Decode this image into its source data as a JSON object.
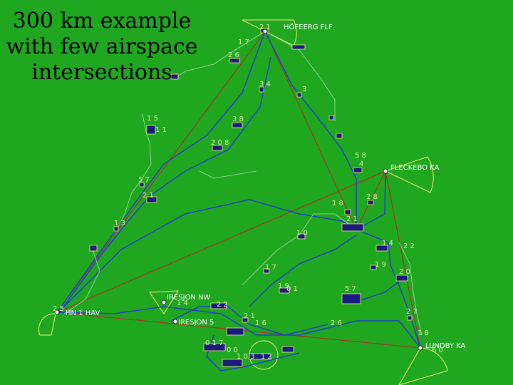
{
  "title": {
    "lines": [
      "300 km example",
      "with few airspace",
      "intersections"
    ]
  },
  "places": {
    "north": "HÖFEERG FLF",
    "east": "FLECKEBO KA",
    "southeast": "LUNDBY KA",
    "west": "HN 1 HAV",
    "mid_a": "IRESJON NW",
    "mid_b": "IRESJON 5"
  },
  "labels": {
    "l1": "2 1",
    "l2": "1 7",
    "l3": "2 6",
    "l4": "3 4",
    "l5": "3",
    "l6": "1 5",
    "l7": "1 1",
    "l8": "3 8",
    "l9": "2 0 8",
    "l10": "5 8",
    "l11": "4",
    "l12": "5 7",
    "l13": "2 1",
    "l14": "1 8",
    "l15": "2 8",
    "l16": "1 3",
    "l17": "2 1",
    "l18": "1 0",
    "l19": "1 4",
    "l20": "2 2",
    "l21": "1 9",
    "l22": "2 0",
    "l23": "1 7",
    "l24": "1 9",
    "l25": "0 1",
    "l26": "5 7",
    "l27": "2 5",
    "l28": "1 4",
    "l29": "2 2",
    "l30": "2 1",
    "l31": "1 6",
    "l32": "2 6",
    "l33": "2 7",
    "l34": "1 8",
    "l35": "6 0",
    "l36": "0 1 7",
    "l37": "0 0",
    "l38": "1 0 3",
    "l39": "1 2"
  },
  "colors": {
    "background": "#1fa81f",
    "track": "#2040c8",
    "course": "#c02020",
    "sector": "#f0f070",
    "label": "#d8f0a0"
  }
}
